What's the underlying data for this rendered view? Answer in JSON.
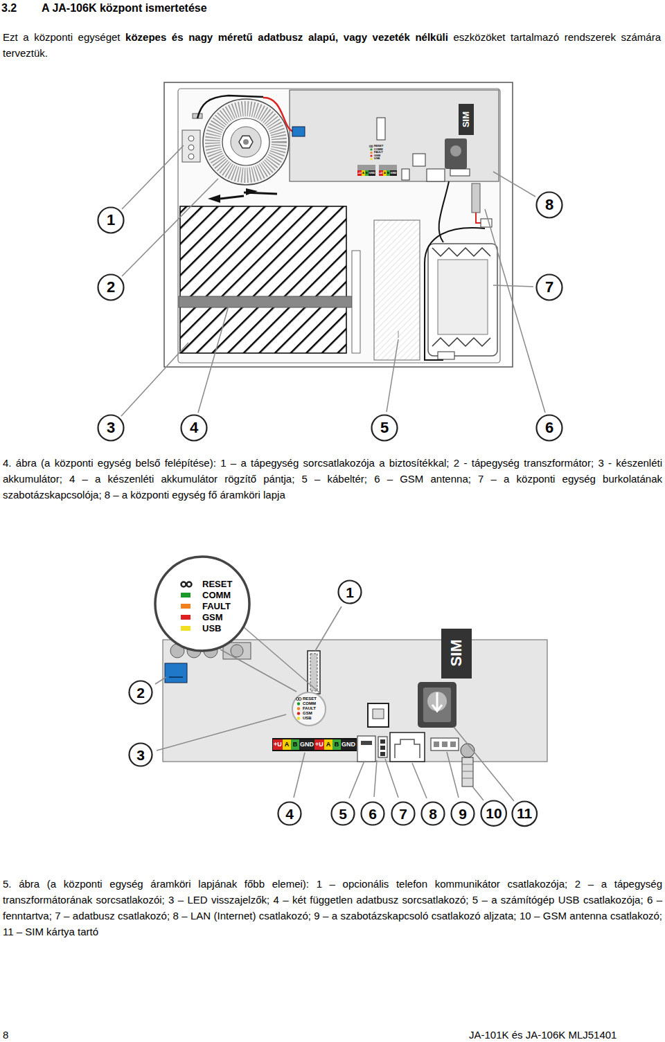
{
  "diagram": {
    "title": "A JA-106K központ ismertetése",
    "nodes": [
      {
        "text": [
          "1"
        ]
      },
      {
        "text": [
          "8"
        ]
      },
      {
        "text": [
          "2"
        ]
      },
      {
        "text": [
          "7"
        ]
      },
      {
        "text": [
          "3"
        ]
      },
      {
        "text": [
          "4"
        ]
      },
      {
        "text": [
          "5"
        ]
      },
      {
        "text": [
          "6"
        ]
      },
      {
        "text": [
          "RESET",
          "COMM",
          "FAULT",
          "GSM",
          "USB"
        ]
      },
      {
        "text": [
          "1"
        ]
      },
      {
        "text": [
          "2"
        ]
      },
      {
        "text": [
          "3"
        ]
      },
      {
        "text": [
          "4"
        ]
      },
      {
        "text": [
          "5"
        ]
      },
      {
        "text": [
          "6"
        ]
      },
      {
        "text": [
          "7"
        ]
      },
      {
        "text": [
          "8"
        ]
      },
      {
        "text": [
          "9"
        ]
      },
      {
        "text": [
          "10"
        ]
      },
      {
        "text": [
          "11"
        ]
      }
    ],
    "labels": [
      "3.2",
      "Ezt a központi egységet",
      "közepes és nagy méretű adatbusz alapú, vagy vezeték nélküli",
      "eszközöket tartalmazó rendszerek számára terveztük.",
      "SIM",
      "RESET",
      "COMM",
      "FAULT",
      "GSM",
      "USB",
      "+U",
      "A",
      "B",
      "GND",
      "+U",
      "A",
      "B",
      "GND",
      "4. ábra (a központi egység belső felépítése): 1 – a tápegység sorcsatlakozója a biztosítékkal; 2 - tápegység transzformátor; 3 - készenléti akkumulátor; 4 – a készenléti akkumulátor rögzítő pántja; 5 – kábeltér; 6 – GSM antenna; 7 – a központi egység burkolatának szabotázskapcsolója; 8 – a központi egység fő áramköri lapja",
      "SIM",
      "RESET",
      "COMM",
      "FAULT",
      "GSM",
      "USB",
      "+U",
      "A",
      "B",
      "GND",
      "+U",
      "A",
      "B",
      "GND",
      "5. ábra (a központi egység áramköri lapjának főbb elemei): 1 – opcionális telefon kommunikátor csatlakozója; 2 – a tápegység transzformátorának sorcsatlakozói; 3 – LED visszajelzők; 4 – két független adatbusz sorcsatlakozó; 5 – a számítógép USB csatlakozója; 6 – fenntartva; 7 – adatbusz csatlakozó; 8 – LAN (Internet) csatlakozó; 9 – a szabotázskapcsoló csatlakozó aljzata; 10 – GSM antenna csatlakozó; 11 – SIM kártya tartó",
      "8",
      "JA-101K és JA-106K MLJ51401"
    ]
  }
}
